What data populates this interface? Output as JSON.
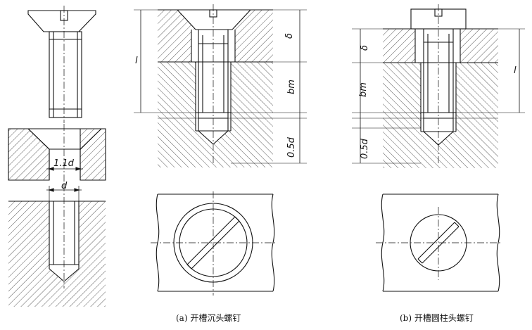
{
  "captions": {
    "a": "(a) 开槽沉头螺钉",
    "b": "(b) 开槽圆柱头螺钉"
  },
  "labels": {
    "counterbore_dia": "1.1d",
    "hole_dia": "d",
    "screw_length": "l",
    "plate_thickness": "δ",
    "engage_length": "bm",
    "extra_depth": "0.5d"
  }
}
